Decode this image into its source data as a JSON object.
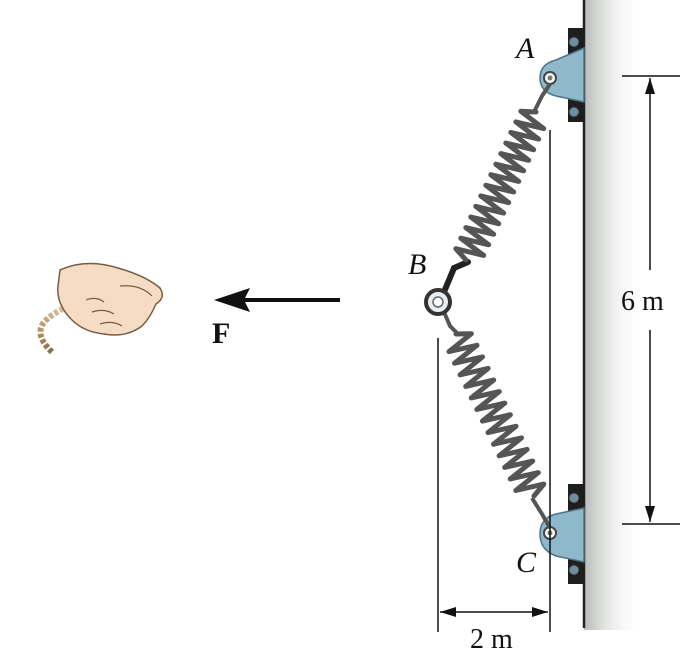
{
  "labels": {
    "point_a": "A",
    "point_b": "B",
    "point_c": "C",
    "force": "F",
    "height_dim": "6 m",
    "width_dim": "2 m"
  },
  "colors": {
    "bracket": "#8fb8cc",
    "bracket_edge": "#4d7388",
    "spring": "#555555",
    "rope": "#c9b28a",
    "wall_shadow": "#d9dcd8"
  },
  "icons": [
    "hand-icon",
    "rope-icon",
    "spring-icon",
    "bracket-icon",
    "force-arrow-icon",
    "ring-icon"
  ]
}
